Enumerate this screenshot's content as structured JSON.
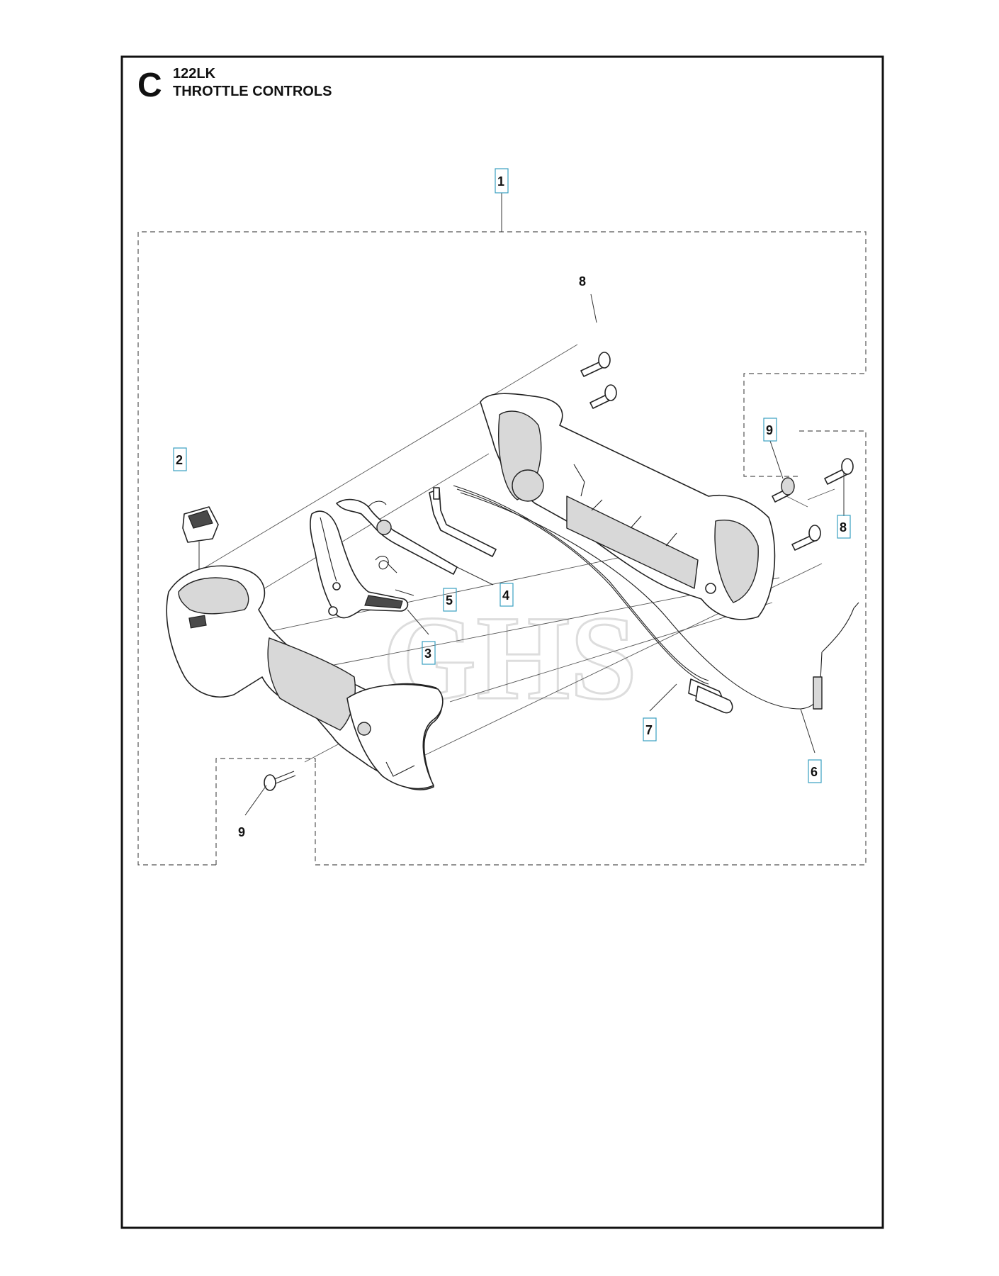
{
  "section": {
    "letter": "C",
    "model": "122LK",
    "title": "THROTTLE CONTROLS"
  },
  "watermark": "GHS",
  "callouts": [
    {
      "id": "1",
      "boxed": true
    },
    {
      "id": "2",
      "boxed": true
    },
    {
      "id": "3",
      "boxed": true
    },
    {
      "id": "4",
      "boxed": true
    },
    {
      "id": "5",
      "boxed": true
    },
    {
      "id": "6",
      "boxed": true
    },
    {
      "id": "7",
      "boxed": true
    },
    {
      "id": "8",
      "boxed": false
    },
    {
      "id": "9",
      "boxed": true
    },
    {
      "id": "8",
      "boxed": true
    },
    {
      "id": "9",
      "boxed": false
    }
  ],
  "colors": {
    "callout_box": "#3a9fc0",
    "frame": "#111111"
  }
}
